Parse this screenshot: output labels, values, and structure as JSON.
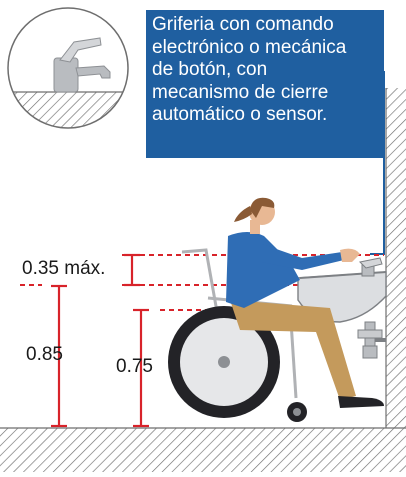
{
  "faucet_note": {
    "lines": [
      "Griferia con comando",
      "electrónico o mecánica",
      "de botón, con",
      "mecanismo de cierre",
      "automático o sensor."
    ]
  },
  "dimensions": {
    "top_gap": "0.35 máx.",
    "sink_rim_height": "0.85",
    "knee_clearance": "0.75"
  },
  "colors": {
    "accent_blue": "#1f5fa0",
    "dimension_red": "#d8232a",
    "shirt_blue": "#2f6db5",
    "pants_tan": "#c49a5c",
    "wheel_dark": "#232327",
    "fixture_grey": "#b9bcc0",
    "hatch_grey": "#6e6e6e"
  }
}
